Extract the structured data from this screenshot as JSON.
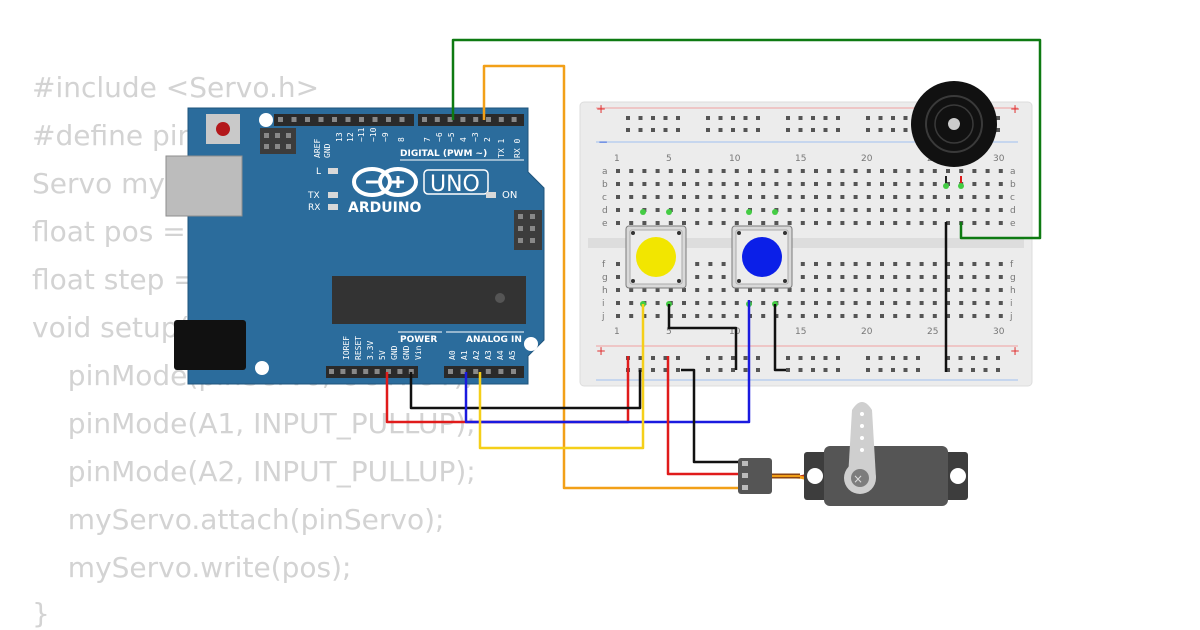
{
  "code": {
    "lines": [
      "#include <Servo.h>",
      "#define pinServo 5",
      "Servo myServo;",
      "float pos = 90;",
      "float step = 1;",
      "void setup() {",
      "  pinMode(pinServo, OUTPUT);",
      "  pinMode(A1, INPUT_PULLUP);",
      "  pinMode(A2, INPUT_PULLUP);",
      "  myServo.attach(pinServo);",
      "  myServo.write(pos);",
      "}"
    ]
  },
  "arduino": {
    "brand": "ARDUINO",
    "model": "UNO",
    "on_label": "ON",
    "l_label": "L",
    "tx_label": "TX",
    "rx_label": "RX",
    "digital_label": "DIGITAL (PWM ~)",
    "power_label": "POWER",
    "analog_label": "ANALOG IN",
    "aref_label": "AREF",
    "gnd_label": "GND",
    "digital_pins": [
      "13",
      "12",
      "~11",
      "~10",
      "~9",
      "8",
      "7",
      "~6",
      "~5",
      "4",
      "~3",
      "2",
      "TX 1",
      "RX 0"
    ],
    "power_pins": [
      "IOREF",
      "RESET",
      "3.3V",
      "5V",
      "GND",
      "GND",
      "Vin"
    ],
    "analog_pins": [
      "A0",
      "A1",
      "A2",
      "A3",
      "A4",
      "A5"
    ]
  },
  "breadboard": {
    "col_numbers": [
      "1",
      "5",
      "10",
      "15",
      "20",
      "25",
      "30"
    ],
    "rows_top": [
      "a",
      "b",
      "c",
      "d",
      "e"
    ],
    "rows_bottom": [
      "f",
      "g",
      "h",
      "i",
      "j"
    ],
    "plus": "+",
    "minus": "−"
  },
  "components": {
    "button1_color": "#f2e600",
    "button2_color": "#0b1fe8",
    "buzzer_color": "#111111",
    "servo_body_color": "#555555",
    "servo_horn_color": "#cfcfcf"
  },
  "wire_colors": {
    "green": "#0e7a12",
    "orange": "#f2a018",
    "red": "#e01b1b",
    "black": "#111111",
    "blue": "#1a1adf",
    "yellow": "#f5cf19",
    "brown": "#8b4513"
  }
}
